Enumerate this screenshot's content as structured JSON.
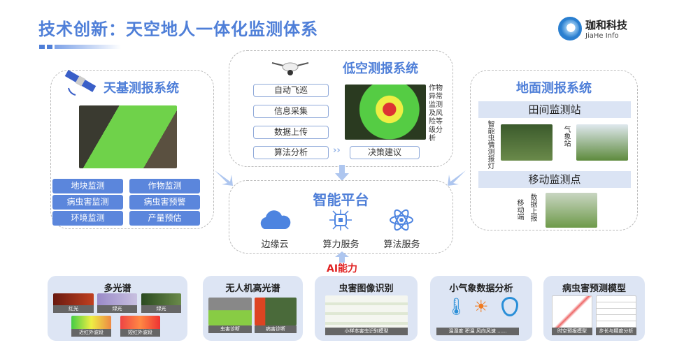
{
  "header": {
    "title": "技术创新：天空地人一体化监测体系",
    "logo_cn": "珈和科技",
    "logo_en": "JiaHe Info"
  },
  "space": {
    "title": "天基测报系统",
    "items": [
      "地块监测",
      "作物监测",
      "病虫害监测",
      "病虫害预警",
      "环境监测",
      "产量预估"
    ]
  },
  "low_air": {
    "title": "低空测报系统",
    "steps": [
      "自动飞巡",
      "信息采集",
      "数据上传",
      "算法分析"
    ],
    "decision": "决策建议",
    "side_label": "作物异常监测及风险等级分析"
  },
  "ground": {
    "title": "地面测报系统",
    "field_station": "田间监测站",
    "lamp_label": "智能虫情测报灯",
    "weather_label": "气象站",
    "mobile_point": "移动监测点",
    "mobile_label": "移动端",
    "report_label": "数据上报"
  },
  "platform": {
    "title": "智能平台",
    "services": [
      {
        "label": "边缘云",
        "icon": "cloud-icon"
      },
      {
        "label": "算力服务",
        "icon": "chip-icon"
      },
      {
        "label": "算法服务",
        "icon": "atom-icon"
      }
    ]
  },
  "ai_label": "AI能力",
  "cards": [
    {
      "title": "多光谱",
      "captions": [
        "红光",
        "绿光",
        "绿光",
        "近红外波段",
        "短红外波段"
      ]
    },
    {
      "title": "无人机高光谱",
      "captions": [
        "虫害诊断",
        "病害诊断"
      ]
    },
    {
      "title": "虫害图像识别",
      "captions": [
        "小样本害虫识别模型"
      ]
    },
    {
      "title": "小气象数据分析",
      "captions": [
        "温湿度  积温  风向风速  ......"
      ]
    },
    {
      "title": "病虫害预测模型",
      "captions": [
        "时空预报模型",
        "步长与精度分析"
      ]
    }
  ],
  "colors": {
    "accent": "#4f7fd8",
    "pill": "#5b86dc",
    "ai": "#e02020"
  }
}
